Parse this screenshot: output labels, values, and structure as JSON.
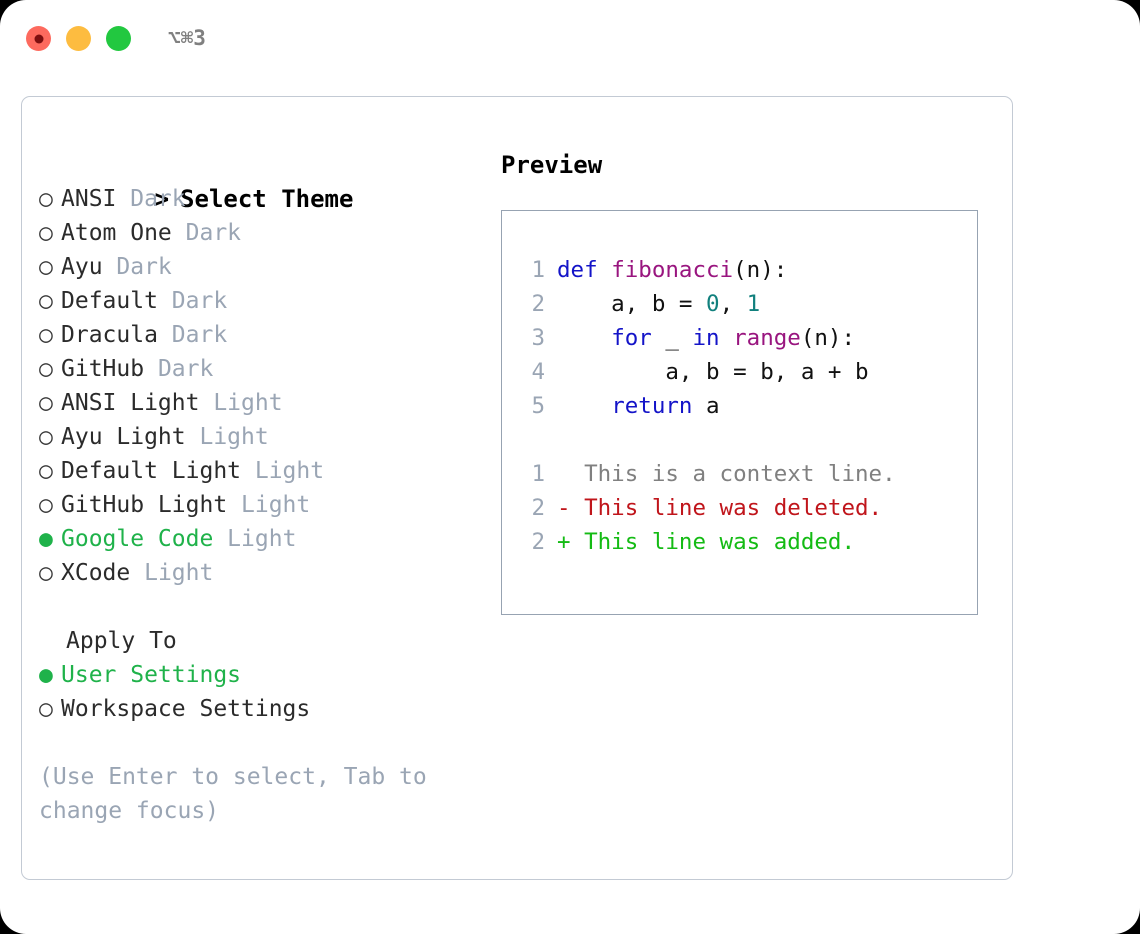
{
  "titlebar": {
    "shortcut": "⌥⌘3",
    "buttons": [
      {
        "name": "close",
        "color": "#fd6a5e"
      },
      {
        "name": "minimize",
        "color": "#fdbc40"
      },
      {
        "name": "maximize",
        "color": "#22c840"
      }
    ]
  },
  "theme_picker": {
    "heading": "Select Theme",
    "caret": ">",
    "marker_off": "○",
    "marker_on": "●",
    "accent_color": "#1fb24a",
    "badge_color": "#9aa5b4",
    "items": [
      {
        "name": "ANSI",
        "badge": "Dark",
        "selected": false
      },
      {
        "name": "Atom One",
        "badge": "Dark",
        "selected": false
      },
      {
        "name": "Ayu",
        "badge": "Dark",
        "selected": false
      },
      {
        "name": "Default",
        "badge": "Dark",
        "selected": false
      },
      {
        "name": "Dracula",
        "badge": "Dark",
        "selected": false
      },
      {
        "name": "GitHub",
        "badge": "Dark",
        "selected": false
      },
      {
        "name": "ANSI Light",
        "badge": "Light",
        "selected": false
      },
      {
        "name": "Ayu Light",
        "badge": "Light",
        "selected": false
      },
      {
        "name": "Default Light",
        "badge": "Light",
        "selected": false
      },
      {
        "name": "GitHub Light",
        "badge": "Light",
        "selected": false
      },
      {
        "name": "Google Code",
        "badge": "Light",
        "selected": true
      },
      {
        "name": "XCode",
        "badge": "Light",
        "selected": false
      }
    ]
  },
  "apply_to": {
    "heading": "Apply To",
    "items": [
      {
        "name": "User Settings",
        "selected": true
      },
      {
        "name": "Workspace Settings",
        "selected": false
      }
    ]
  },
  "hint": "(Use Enter to select, Tab to change focus)",
  "preview": {
    "title": "Preview",
    "code_lines": [
      {
        "num": "1",
        "tokens": [
          {
            "t": "def ",
            "c": "kw"
          },
          {
            "t": "fibonacci",
            "c": "fn"
          },
          {
            "t": "(n):",
            "c": "pl"
          }
        ]
      },
      {
        "num": "2",
        "tokens": [
          {
            "t": "    a, b = ",
            "c": "pl"
          },
          {
            "t": "0",
            "c": "num"
          },
          {
            "t": ", ",
            "c": "pl"
          },
          {
            "t": "1",
            "c": "num"
          }
        ]
      },
      {
        "num": "3",
        "tokens": [
          {
            "t": "    ",
            "c": "pl"
          },
          {
            "t": "for",
            "c": "kw"
          },
          {
            "t": " _ ",
            "c": "pl"
          },
          {
            "t": "in",
            "c": "kw"
          },
          {
            "t": " ",
            "c": "pl"
          },
          {
            "t": "range",
            "c": "fn"
          },
          {
            "t": "(n):",
            "c": "pl"
          }
        ]
      },
      {
        "num": "4",
        "tokens": [
          {
            "t": "        a, b = b, a + b",
            "c": "pl"
          }
        ]
      },
      {
        "num": "5",
        "tokens": [
          {
            "t": "    ",
            "c": "pl"
          },
          {
            "t": "return",
            "c": "kw"
          },
          {
            "t": " a",
            "c": "pl"
          }
        ]
      }
    ],
    "diff_lines": [
      {
        "num": "1",
        "marker": " ",
        "text": " This is a context line.",
        "kind": "ctx"
      },
      {
        "num": "2",
        "marker": "-",
        "text": " This line was deleted.",
        "kind": "del"
      },
      {
        "num": "2",
        "marker": "+",
        "text": " This line was added.",
        "kind": "add"
      }
    ]
  }
}
